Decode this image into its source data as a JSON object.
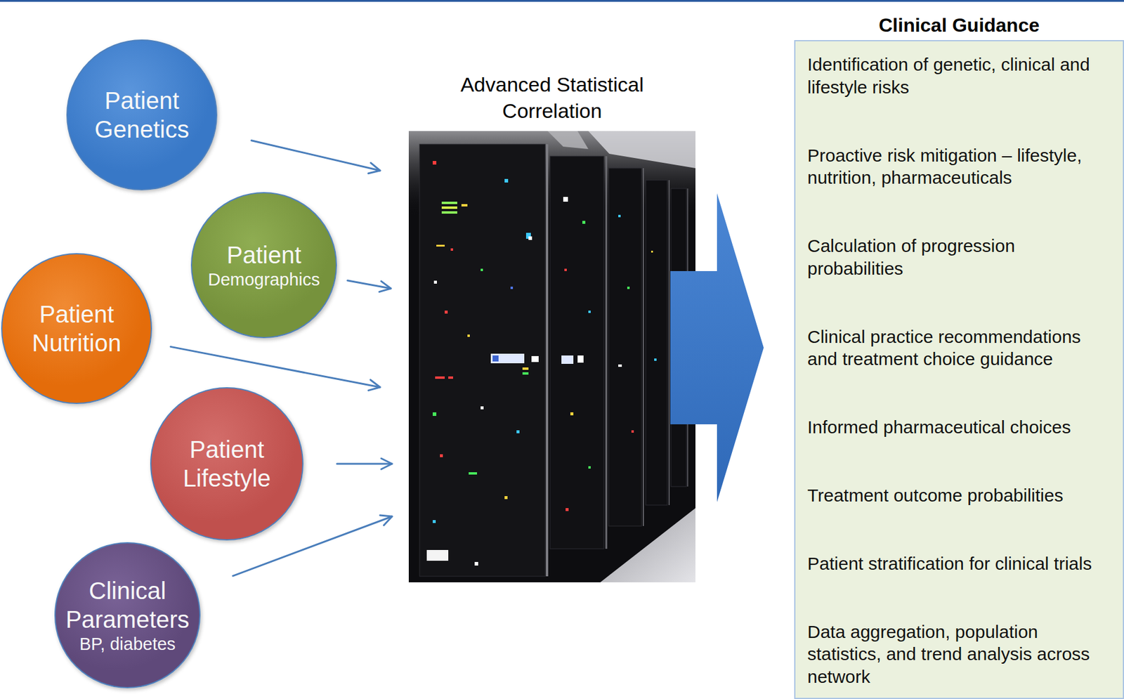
{
  "diagram": {
    "nodes": [
      {
        "text": [
          "Patient Genetics"
        ]
      },
      {
        "text": [
          "Patient",
          "Demographics"
        ]
      },
      {
        "text": [
          "Patient Nutrition"
        ]
      },
      {
        "text": [
          "Patient Lifestyle"
        ]
      },
      {
        "text": [
          "Clinical Parameters",
          "BP, diabetes"
        ]
      },
      {
        "text": [
          "Advanced Statistical Correlation"
        ]
      },
      {
        "text": [
          "Clinical Guidance",
          "Identification of genetic, clinical and lifestyle risks",
          "Proactive risk mitigation – lifestyle, nutrition, pharmaceuticals",
          "Calculation of progression probabilities",
          "Clinical practice recommendations and treatment choice guidance",
          "Informed pharmaceutical choices",
          "Treatment outcome probabilities",
          "Patient stratification for clinical trials",
          "Data aggregation, population statistics, and trend analysis across network"
        ]
      }
    ],
    "edges": [
      {
        "from": 0,
        "to": 5,
        "arrow": "to"
      },
      {
        "from": 1,
        "to": 5,
        "arrow": "to"
      },
      {
        "from": 2,
        "to": 5,
        "arrow": "to"
      },
      {
        "from": 3,
        "to": 5,
        "arrow": "to"
      },
      {
        "from": 4,
        "to": 5,
        "arrow": "to"
      },
      {
        "from": 5,
        "to": 6,
        "arrow": "to"
      }
    ]
  }
}
